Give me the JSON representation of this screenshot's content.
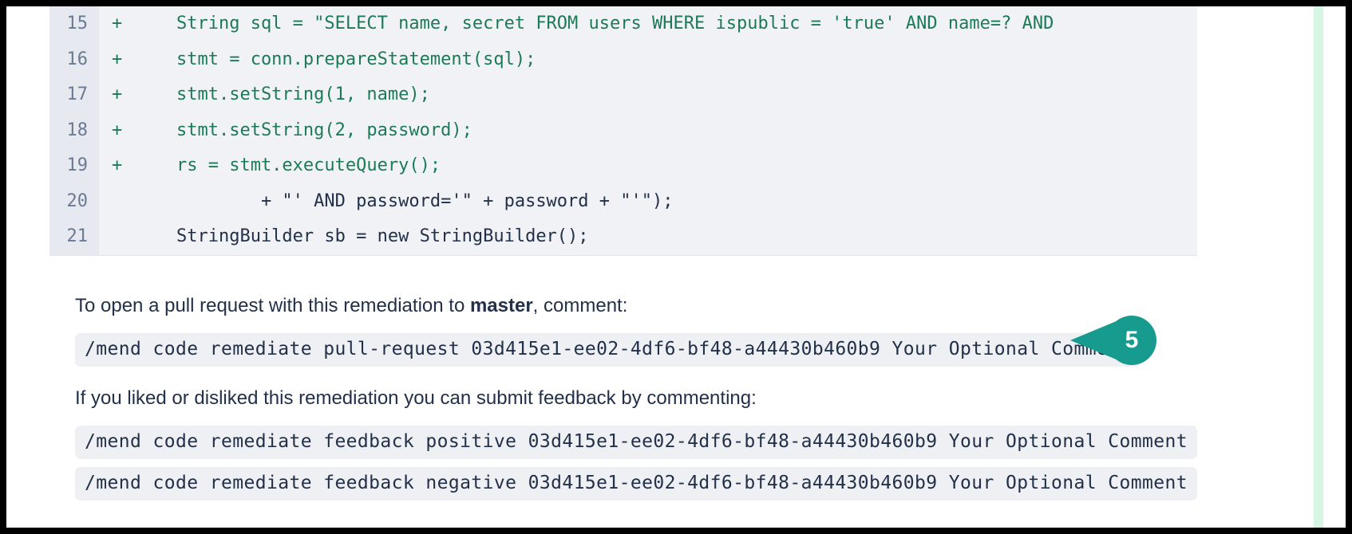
{
  "colors": {
    "frame": "#000000",
    "page_bg": "#ffffff",
    "diff_bg": "#f0f2f5",
    "gutter_bg": "#e6eaf0",
    "line_number": "#6b7a93",
    "added_text": "#1d7a56",
    "context_text": "#22304a",
    "code_chip_bg": "#eef0f3",
    "badge_teal": "#179b8e",
    "right_rail_green": "#d6f5e3"
  },
  "diff": {
    "lines": [
      {
        "number": "15",
        "marker": "+",
        "type": "added",
        "text": "    String sql = \"SELECT name, secret FROM users WHERE ispublic = 'true' AND name=? AND"
      },
      {
        "number": "16",
        "marker": "+",
        "type": "added",
        "text": "    stmt = conn.prepareStatement(sql);"
      },
      {
        "number": "17",
        "marker": "+",
        "type": "added",
        "text": "    stmt.setString(1, name);"
      },
      {
        "number": "18",
        "marker": "+",
        "type": "added",
        "text": "    stmt.setString(2, password);"
      },
      {
        "number": "19",
        "marker": "+",
        "type": "added",
        "text": "    rs = stmt.executeQuery();"
      },
      {
        "number": "20",
        "marker": "",
        "type": "context",
        "text": "            + \"' AND password='\" + password + \"'\");"
      },
      {
        "number": "21",
        "marker": "",
        "type": "context",
        "text": "    StringBuilder sb = new StringBuilder();"
      }
    ]
  },
  "remediation": {
    "pull_request_prompt_prefix": "To open a pull request with this remediation to ",
    "pull_request_branch": "master",
    "pull_request_prompt_suffix": ", comment:",
    "pull_request_command": "/mend code remediate pull-request 03d415e1-ee02-4df6-bf48-a44430b460b9 Your Optional Comment",
    "feedback_prompt": "If you liked or disliked this remediation you can submit feedback by commenting:",
    "feedback_positive_command": "/mend code remediate feedback positive 03d415e1-ee02-4df6-bf48-a44430b460b9 Your Optional Comment",
    "feedback_negative_command": "/mend code remediate feedback negative 03d415e1-ee02-4df6-bf48-a44430b460b9 Your Optional Comment"
  },
  "annotation": {
    "step_number": "5"
  }
}
